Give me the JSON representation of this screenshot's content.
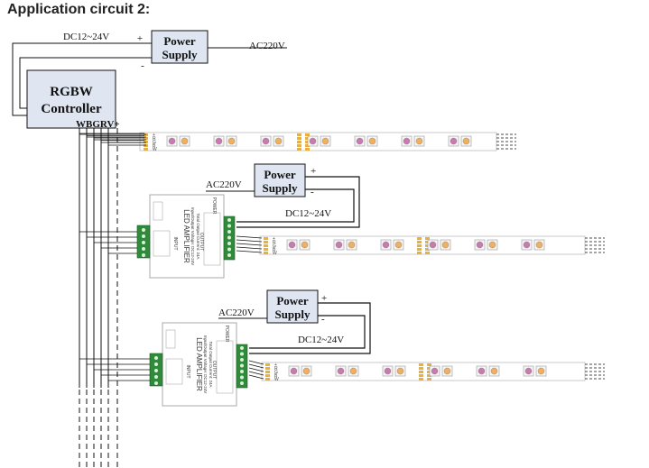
{
  "title": "Application circuit 2:",
  "controller": {
    "line1": "RGBW",
    "line2": "Controller",
    "pins": "WBGRV+"
  },
  "power_supply": {
    "line1": "Power",
    "line2": "Supply"
  },
  "labels": {
    "dc": "DC12~24V",
    "ac": "AC220V",
    "plus": "+",
    "minus": "-"
  },
  "amplifier": {
    "title": "LED AMPLIFIER",
    "line2": "Input/Output Voltage: DC12-24V",
    "line3": "Total Output Current: 24A",
    "input": "INPUT",
    "output": "OUTPUT",
    "power": "POWER"
  },
  "strip_pins": [
    "+",
    "R",
    "G",
    "B",
    "W"
  ],
  "colors": {
    "wire": "#111111",
    "box_fill": "#dfe6f2",
    "terminal": "#2f8a3a",
    "pad": "#e8b040",
    "strip_edge": "#c8c8c8"
  }
}
